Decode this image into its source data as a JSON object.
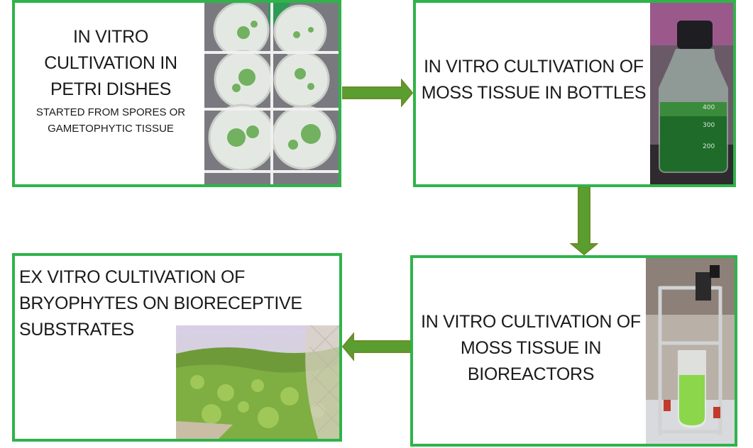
{
  "colors": {
    "box_border": "#2fb34a",
    "arrow_fill": "#5a9e2f",
    "arrow_stroke": "#6b8c2a",
    "text": "#1a1a1a"
  },
  "steps": [
    {
      "title": "IN VITRO CULTIVATION IN PETRI DISHES",
      "subtitle": "STARTED FROM SPORES OR GAMETOPHYTIC TISSUE"
    },
    {
      "title": "IN VITRO CULTIVATION OF MOSS TISSUE IN BOTTLES"
    },
    {
      "title": "IN VITRO CULTIVATION OF MOSS TISSUE IN BIOREACTORS"
    },
    {
      "title": "EX VITRO CULTIVATION OF BRYOPHYTES ON BIORECEPTIVE SUBSTRATES"
    }
  ],
  "arrows": [
    "right",
    "down",
    "left"
  ]
}
